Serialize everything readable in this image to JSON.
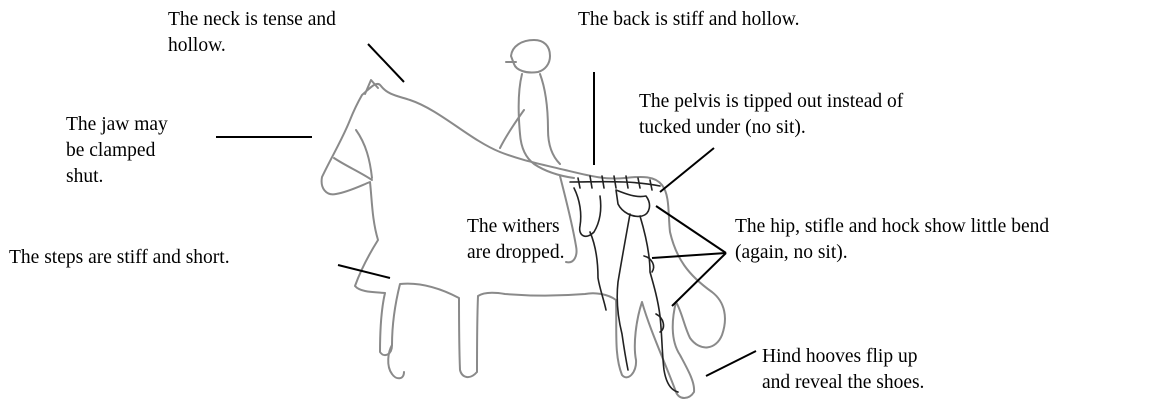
{
  "annotations": {
    "neck": [
      "The neck is tense and",
      "hollow."
    ],
    "back": [
      "The back is stiff and hollow."
    ],
    "jaw": [
      "The jaw may",
      "be clamped",
      "shut."
    ],
    "pelvis": [
      "The pelvis is tipped out instead of",
      "tucked under (no sit)."
    ],
    "withers": [
      "The withers",
      "are dropped."
    ],
    "hip": [
      "The hip, stifle and hock show little bend",
      "(again, no sit)."
    ],
    "steps": [
      "The steps are stiff and short."
    ],
    "hooves": [
      "Hind hooves flip up",
      "and reveal the shoes."
    ]
  }
}
